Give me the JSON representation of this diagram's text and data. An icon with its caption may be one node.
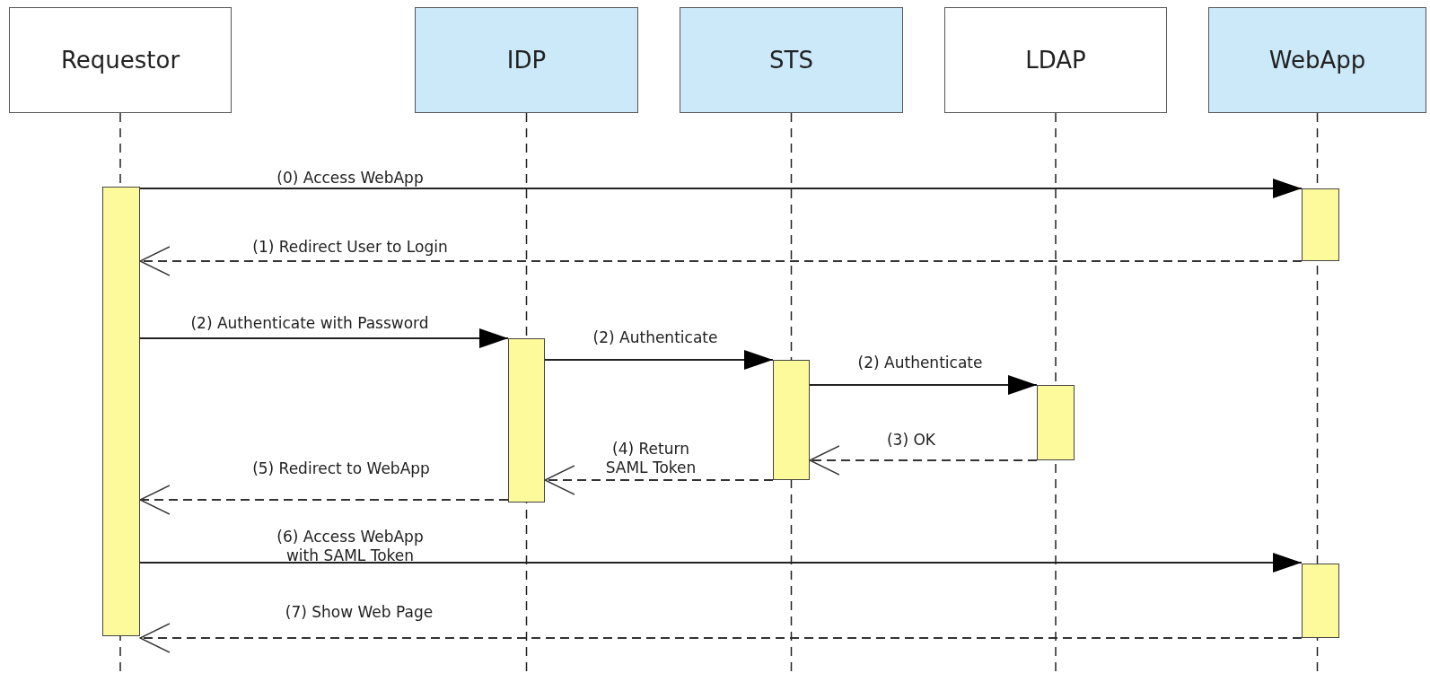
{
  "diagram": {
    "nodes": [
      {
        "text": [
          "Requestor"
        ]
      },
      {
        "text": [
          "IDP"
        ]
      },
      {
        "text": [
          "STS"
        ]
      },
      {
        "text": [
          "LDAP"
        ]
      },
      {
        "text": [
          "WebApp"
        ]
      },
      {
        "text": [],
        "shape": "bar"
      },
      {
        "text": [],
        "shape": "bar"
      },
      {
        "text": [],
        "shape": "bar"
      },
      {
        "text": [],
        "shape": "bar"
      },
      {
        "text": [],
        "shape": "bar"
      },
      {
        "text": [],
        "shape": "bar"
      }
    ],
    "edges": [
      {
        "from": 5,
        "to": 6,
        "arrow": "to",
        "label": "(0) Access WebApp"
      },
      {
        "from": 6,
        "to": 5,
        "arrow": "to",
        "label": "(1) Redirect User to Login",
        "style": "dashed"
      },
      {
        "from": 5,
        "to": 7,
        "arrow": "to",
        "label": "(2) Authenticate with Password"
      },
      {
        "from": 7,
        "to": 8,
        "arrow": "to",
        "label": "(2) Authenticate"
      },
      {
        "from": 8,
        "to": 9,
        "arrow": "to",
        "label": "(2) Authenticate"
      },
      {
        "from": 9,
        "to": 8,
        "arrow": "to",
        "label": "(3) OK",
        "style": "dashed"
      },
      {
        "from": 8,
        "to": 7,
        "arrow": "to",
        "label": "(4) Return SAML Token",
        "style": "dashed"
      },
      {
        "from": 7,
        "to": 5,
        "arrow": "to",
        "label": "(5) Redirect to WebApp",
        "style": "dashed"
      },
      {
        "from": 5,
        "to": 10,
        "arrow": "to",
        "label": "(6) Access WebApp with SAML Token"
      },
      {
        "from": 10,
        "to": 5,
        "arrow": "to",
        "label": "(7) Show Web Page",
        "style": "dashed"
      }
    ]
  }
}
